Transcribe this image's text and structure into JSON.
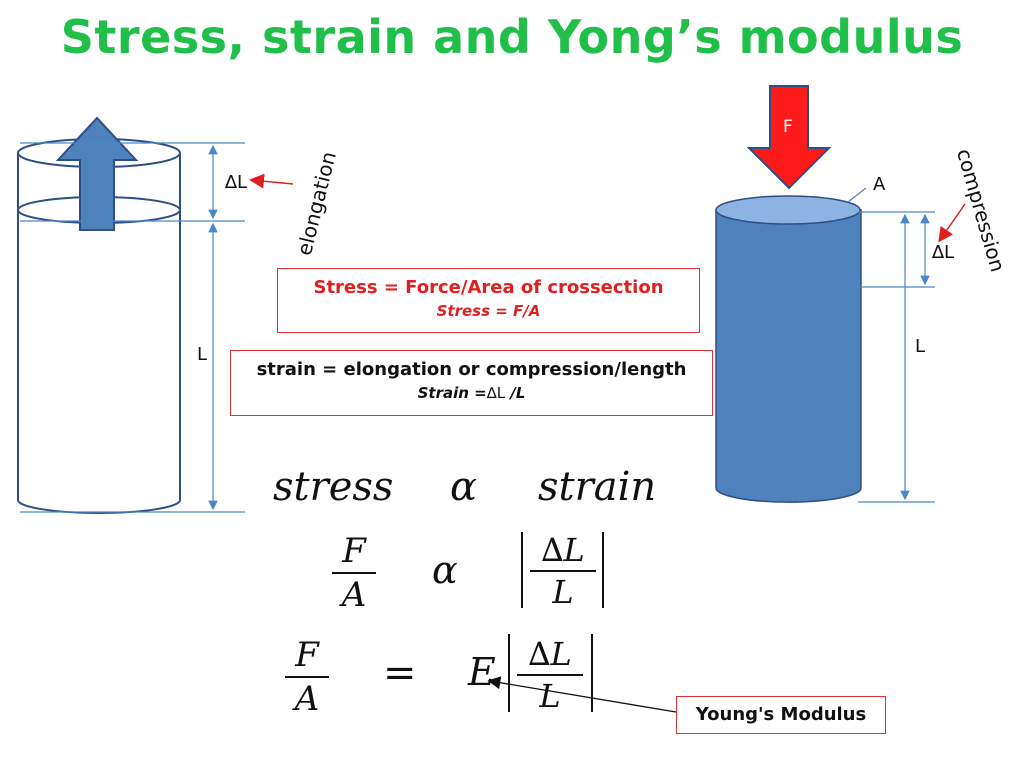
{
  "title": "Stress, strain and Yong’s modulus",
  "left_cylinder": {
    "delta_label": "∆L",
    "length_label": "L",
    "elongation_label": "elongation"
  },
  "right_cylinder": {
    "force_label": "F",
    "area_label": "A",
    "delta_label": "∆L",
    "length_label": "L",
    "compression_label": "compression"
  },
  "stress_box": {
    "line1": "Stress = Force/Area of crossection",
    "line2": "Stress = F/A"
  },
  "strain_box": {
    "line1": "strain = elongation or compression/length",
    "line2_prefix": "Strain =",
    "line2_delta": "∆L",
    "line2_suffix": " /L"
  },
  "equations": {
    "eq1": {
      "left": "stress",
      "op": "α",
      "right": "strain"
    },
    "eq2": {
      "num": "F",
      "den": "A",
      "op": "α",
      "rnum": "∆L",
      "rden": "L"
    },
    "eq3": {
      "num": "F",
      "den": "A",
      "op": "=",
      "coef": "E",
      "rnum": "∆L",
      "rden": "L"
    }
  },
  "youngs_box": {
    "label": "Young's Modulus"
  },
  "colors": {
    "title": "#1fbf4a",
    "cylinder_fill": "#4f81bd",
    "cylinder_top": "#8db3e2",
    "arrow_up": "#4f81bd",
    "arrow_force": "#ff0000",
    "box_border": "#e03030",
    "dimension_line": "#4a86c8"
  }
}
